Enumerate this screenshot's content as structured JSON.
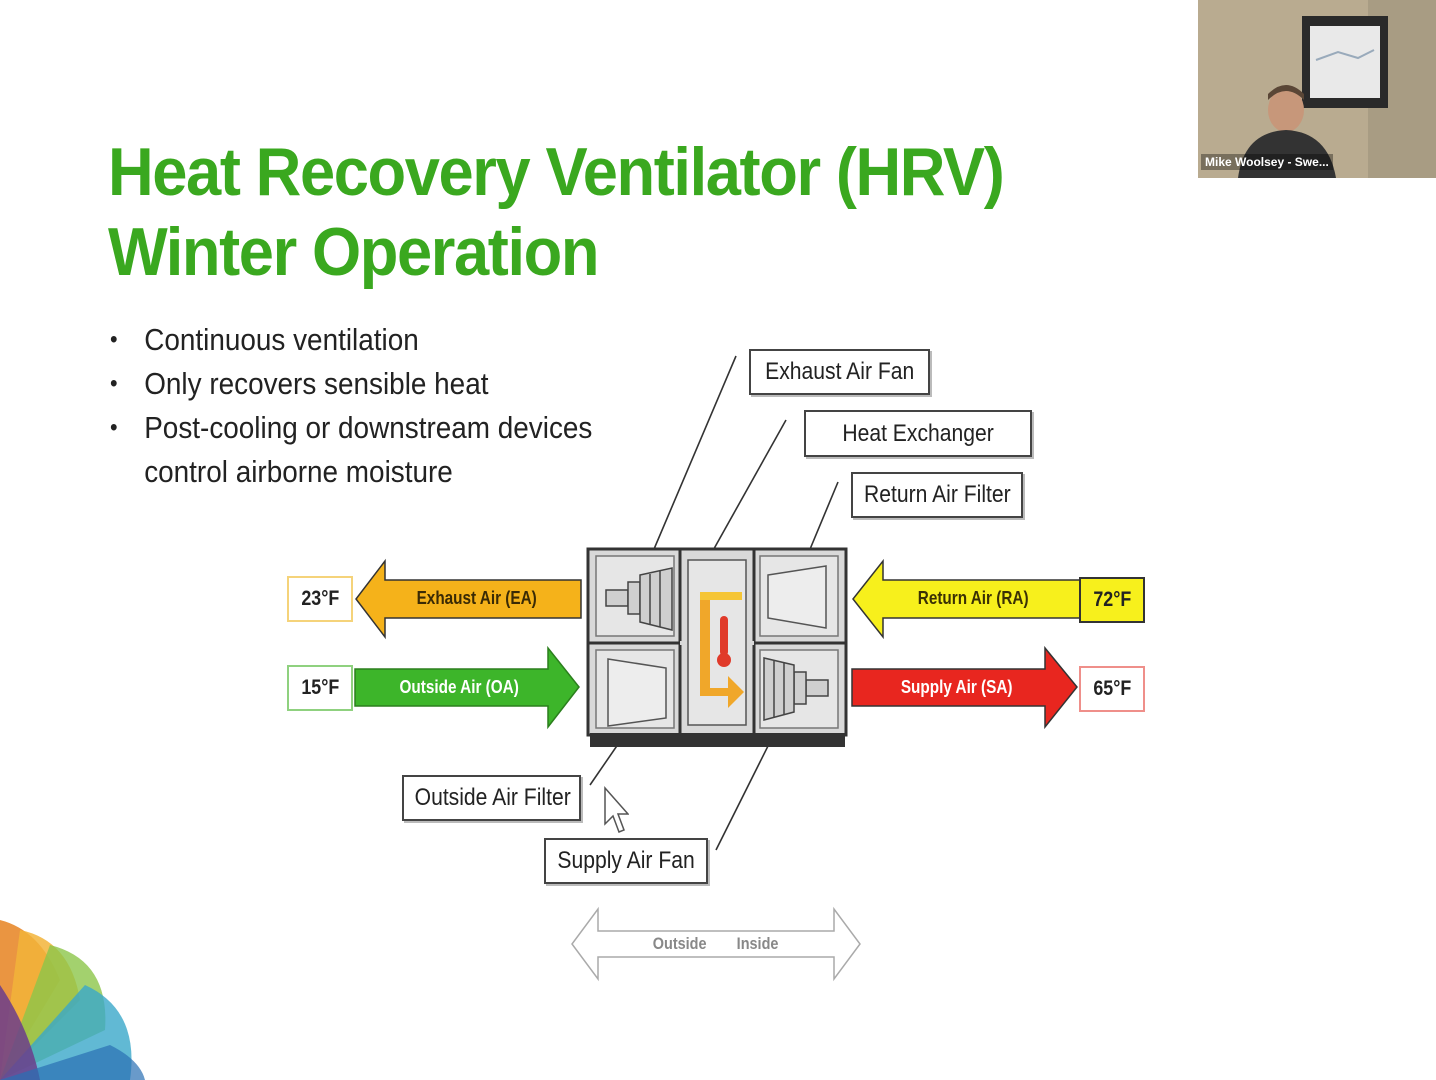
{
  "slide": {
    "title_line1": "Heat Recovery Ventilator (HRV)",
    "title_line2": "Winter Operation",
    "bullets": [
      "Continuous ventilation",
      "Only recovers sensible heat",
      "Post-cooling or downstream devices control airborne moisture"
    ]
  },
  "diagram": {
    "labels": {
      "exhaust_air_fan": "Exhaust Air Fan",
      "heat_exchanger": "Heat Exchanger",
      "return_air_filter": "Return Air Filter",
      "outside_air_filter": "Outside Air Filter",
      "supply_air_fan": "Supply Air Fan"
    },
    "streams": {
      "exhaust": {
        "label": "Exhaust Air (EA)",
        "temp": "23°F",
        "color": "#f5b21a"
      },
      "outside": {
        "label": "Outside Air (OA)",
        "temp": "15°F",
        "color": "#3db52a"
      },
      "return": {
        "label": "Return Air (RA)",
        "temp": "72°F",
        "color": "#f7f01c"
      },
      "supply": {
        "label": "Supply Air (SA)",
        "temp": "65°F",
        "color": "#e8261f"
      }
    },
    "direction": {
      "left": "Outside",
      "right": "Inside"
    }
  },
  "video": {
    "participant_name": "Mike Woolsey - Swe..."
  },
  "colors": {
    "title_green": "#3aa81f"
  }
}
